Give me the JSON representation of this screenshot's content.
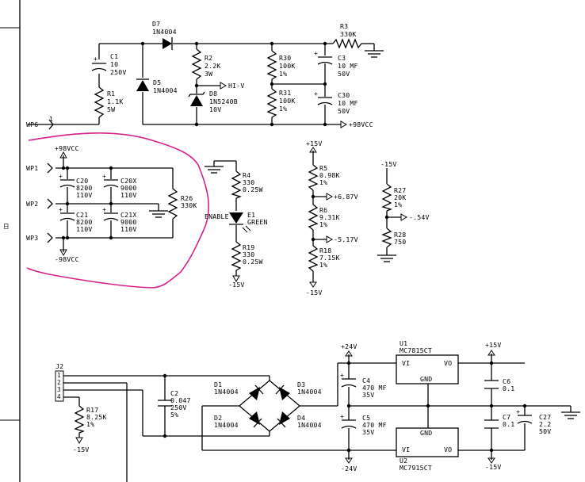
{
  "diagram": {
    "highlight_color": "#d6218a",
    "left_margin_mark": "日",
    "top": {
      "D7": [
        "D7",
        "1N4004"
      ],
      "C1": [
        "C1",
        "10",
        "250V"
      ],
      "R1": [
        "R1",
        "1.1K",
        "5W"
      ],
      "D5": [
        "D5",
        "1N4004"
      ],
      "R2": [
        "R2",
        "2.2K",
        "3W"
      ],
      "HIV": "HI-V",
      "D8": [
        "D8",
        "1N5240B",
        "10V"
      ],
      "R30": [
        "R30",
        "100K",
        "1%"
      ],
      "R31": [
        "R31",
        "100K",
        "1%"
      ],
      "R3": [
        "R3",
        "330K"
      ],
      "C3": [
        "C3",
        "10 MF",
        "50V"
      ],
      "C30": [
        "C30",
        "10 MF",
        "50V"
      ],
      "V98": "+98VCC",
      "WP6": "WP6",
      "WP6_pin": "1"
    },
    "middle": {
      "V98p": "+98VCC",
      "V98n": "-98VCC",
      "WP1": "WP1",
      "WP2": "WP2",
      "WP3": "WP3",
      "C20": [
        "C20",
        "8200",
        "110V"
      ],
      "C20X": [
        "C20X",
        "9000",
        "110V"
      ],
      "C21": [
        "C21",
        "8200",
        "110V"
      ],
      "C21X": [
        "C21X",
        "9000",
        "110V"
      ],
      "R26": [
        "R26",
        "330K"
      ],
      "R4": [
        "R4",
        "330",
        "0.25W"
      ],
      "ENABLE": "ENABLE",
      "E1": [
        "E1",
        "GREEN"
      ],
      "R19": [
        "R19",
        "330",
        "0.25W"
      ],
      "m15_led": "-15V",
      "p15": "+15V",
      "R5": [
        "R5",
        "0.98K",
        "1%"
      ],
      "v687": "+6.87V",
      "R6": [
        "R6",
        "9.31K",
        "1%"
      ],
      "v517": "-5.17V",
      "R18": [
        "R18",
        "7.15K",
        "1%"
      ],
      "m15_div": "-15V",
      "m15_top": "-15V",
      "R27": [
        "R27",
        "20K",
        "1%"
      ],
      "v54": "-.54V",
      "R28": [
        "R28",
        "750"
      ]
    },
    "bottom": {
      "J2": "J2",
      "J2_pins": [
        "1",
        "2",
        "3",
        "4"
      ],
      "R17": [
        "R17",
        "8.25K",
        "1%"
      ],
      "m15_r17": "-15V",
      "C2": [
        "C2",
        "0.047",
        "250V",
        "5%"
      ],
      "D1": [
        "D1",
        "1N4004"
      ],
      "D2": [
        "D2",
        "1N4004"
      ],
      "D3": [
        "D3",
        "1N4004"
      ],
      "D4": [
        "D4",
        "1N4004"
      ],
      "p24": "+24V",
      "m24": "-24V",
      "C4": [
        "C4",
        "470 MF",
        "35V"
      ],
      "C5": [
        "C5",
        "470 MF",
        "35V"
      ],
      "U1": [
        "U1",
        "MC7815CT"
      ],
      "U2": [
        "U2",
        "MC7915CT"
      ],
      "VI": "VI",
      "VO": "VO",
      "GND": "GND",
      "p15": "+15V",
      "m15": "-15V",
      "C6": [
        "C6",
        "0.1"
      ],
      "C7": [
        "C7",
        "0.1"
      ],
      "C27": [
        "C27",
        "2.2",
        "50V"
      ]
    }
  }
}
